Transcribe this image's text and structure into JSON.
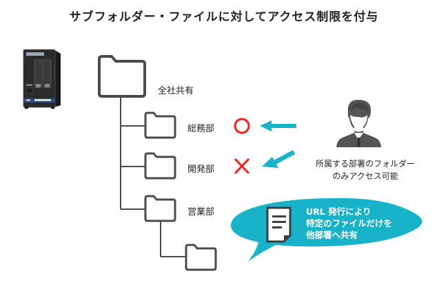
{
  "title": "サブフォルダー・ファイルに対してアクセス制限を付与",
  "colors": {
    "folder_stroke": "#4a4a4a",
    "accent_teal": "#19b3c9",
    "status_red": "#ff1a1a",
    "person_gray": "#555555"
  },
  "device": {
    "icon": "nas-device-icon"
  },
  "folders": {
    "root": {
      "label": "全社共有",
      "icon": "folder-icon"
    },
    "children": [
      {
        "label": "総務部",
        "icon": "folder-icon",
        "access": "allowed",
        "mark_icon": "circle-allowed-icon"
      },
      {
        "label": "開発部",
        "icon": "folder-icon",
        "access": "denied",
        "mark_icon": "cross-denied-icon"
      },
      {
        "label": "営業部",
        "icon": "folder-icon",
        "access": "shared-via-url"
      }
    ],
    "subfolder": {
      "icon": "folder-icon"
    }
  },
  "user": {
    "icon": "businessman-icon",
    "caption_line1": "所属する部署のフォルダー",
    "caption_line2": "のみアクセス可能"
  },
  "bubble": {
    "icon": "document-icon",
    "line1": "URL 発行により",
    "line2": "特定のファイルだけを",
    "line3": "他部署へ共有"
  }
}
